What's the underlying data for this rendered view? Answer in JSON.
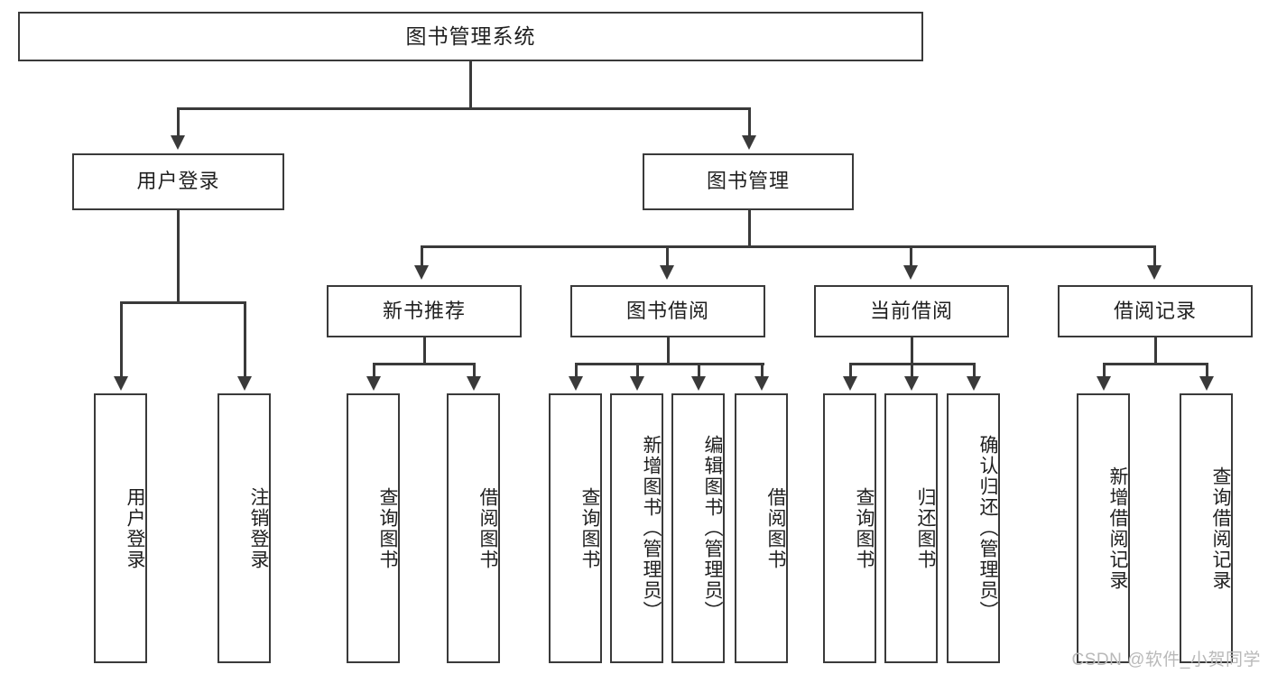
{
  "diagram": {
    "type": "tree-hierarchy",
    "root": {
      "id": "root",
      "label": "图书管理系统"
    },
    "level2": [
      {
        "id": "user-login",
        "label": "用户登录"
      },
      {
        "id": "book-manage",
        "label": "图书管理"
      }
    ],
    "level3": [
      {
        "id": "new-book-recommend",
        "label": "新书推荐",
        "parent": "book-manage"
      },
      {
        "id": "book-borrow",
        "label": "图书借阅",
        "parent": "book-manage"
      },
      {
        "id": "current-borrow",
        "label": "当前借阅",
        "parent": "book-manage"
      },
      {
        "id": "borrow-record",
        "label": "借阅记录",
        "parent": "book-manage"
      }
    ],
    "leaves": [
      {
        "id": "leaf-user-login",
        "label": "用户登录",
        "parent": "user-login"
      },
      {
        "id": "leaf-logout-login",
        "label": "注销登录",
        "parent": "user-login"
      },
      {
        "id": "leaf-query-book-1",
        "label": "查询图书",
        "parent": "new-book-recommend"
      },
      {
        "id": "leaf-borrow-book-1",
        "label": "借阅图书",
        "parent": "new-book-recommend"
      },
      {
        "id": "leaf-query-book-2",
        "label": "查询图书",
        "parent": "book-borrow"
      },
      {
        "id": "leaf-add-book",
        "label": "新增图书（管理员）",
        "parent": "book-borrow"
      },
      {
        "id": "leaf-edit-book",
        "label": "编辑图书（管理员）",
        "parent": "book-borrow"
      },
      {
        "id": "leaf-borrow-book-2",
        "label": "借阅图书",
        "parent": "book-borrow"
      },
      {
        "id": "leaf-query-book-3",
        "label": "查询图书",
        "parent": "current-borrow"
      },
      {
        "id": "leaf-return-book",
        "label": "归还图书",
        "parent": "current-borrow"
      },
      {
        "id": "leaf-confirm-return",
        "label": "确认归还（管理员）",
        "parent": "current-borrow"
      },
      {
        "id": "leaf-add-borrow-record",
        "label": "新增借阅记录",
        "parent": "borrow-record"
      },
      {
        "id": "leaf-query-borrow-record",
        "label": "查询借阅记录",
        "parent": "borrow-record"
      }
    ]
  },
  "watermark": {
    "text": "CSDN @软件_小贺同学"
  },
  "colors": {
    "stroke": "#3a3a3a",
    "background": "#ffffff",
    "text": "#1f1f1f",
    "watermark": "#b9b9b9"
  }
}
